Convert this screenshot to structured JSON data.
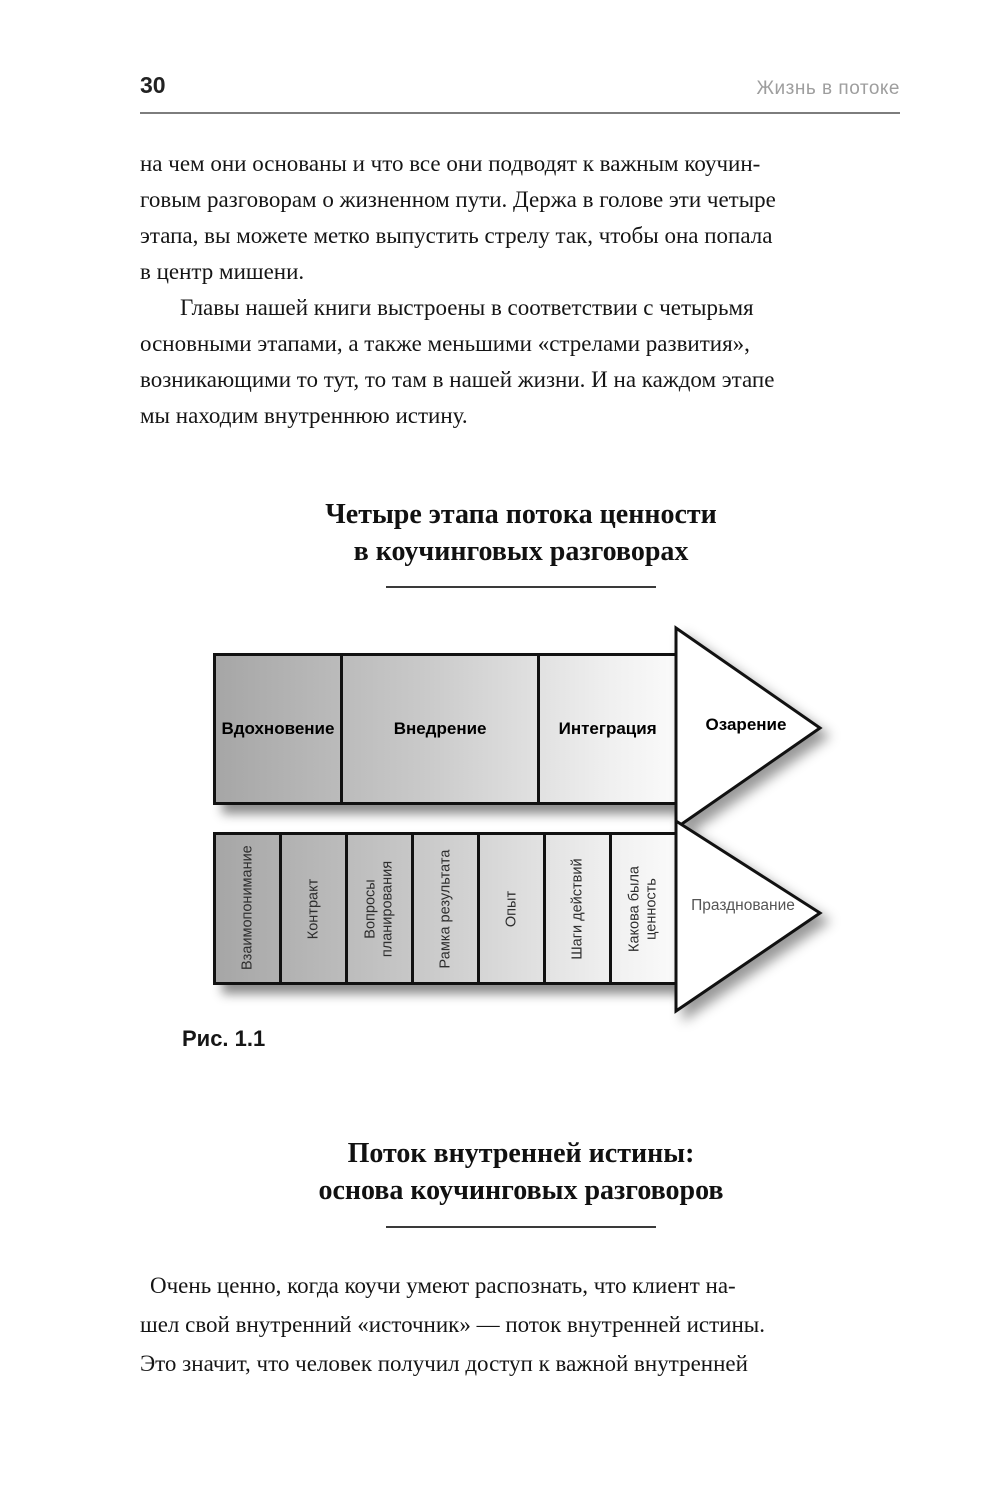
{
  "header": {
    "page_number": "30",
    "running_title": "Жизнь в потоке"
  },
  "body": {
    "paragraph1_lines": "на чем они основаны и что все они подводят к важным коучин-\nговым разговорам о жизненном пути. Держа в голове эти четыре\nэтапа, вы можете метко выпустить стрелу так, чтобы она попала\nв центр мишени.",
    "paragraph2_lines": "Главы нашей книги выстроены в соответствии с четырьмя\nосновными этапами, а также меньшими «стрелами развития»,\nвозникающими то тут, то там в нашей жизни. И на каждом этапе\nмы находим внутреннюю истину.",
    "paragraph3_lines": "Очень ценно, когда коучи умеют распознать, что клиент на-\nшел свой внутренний «источник» — поток внутренней истины.\nЭто значит, что человек получил доступ к важной внутренней"
  },
  "figure": {
    "heading_lines": "Четыре этапа потока ценности\nв коучинговых разговорах",
    "caption": "Рис. 1.1",
    "top_row": {
      "segments": [
        {
          "label": "Вдохновение"
        },
        {
          "label": "Внедрение"
        },
        {
          "label": "Интеграция"
        }
      ],
      "arrow_label": "Озарение"
    },
    "bottom_row": {
      "segments": [
        {
          "label": "Взаимопонимание"
        },
        {
          "label": "Контракт"
        },
        {
          "label": "Вопросы планирования"
        },
        {
          "label": "Рамка результата"
        },
        {
          "label": "Опыт"
        },
        {
          "label": "Шаги действий"
        },
        {
          "label": "Какова была ценность"
        }
      ],
      "arrow_label": "Празднование"
    },
    "colors": {
      "bar_gradient_start": "#a6a6a6",
      "bar_gradient_end": "#fafafa",
      "outline": "#111111",
      "arrow_fill": "#ffffff"
    }
  },
  "heading2_lines": "Поток внутренней истины:\nоснова коучинговых разговоров"
}
